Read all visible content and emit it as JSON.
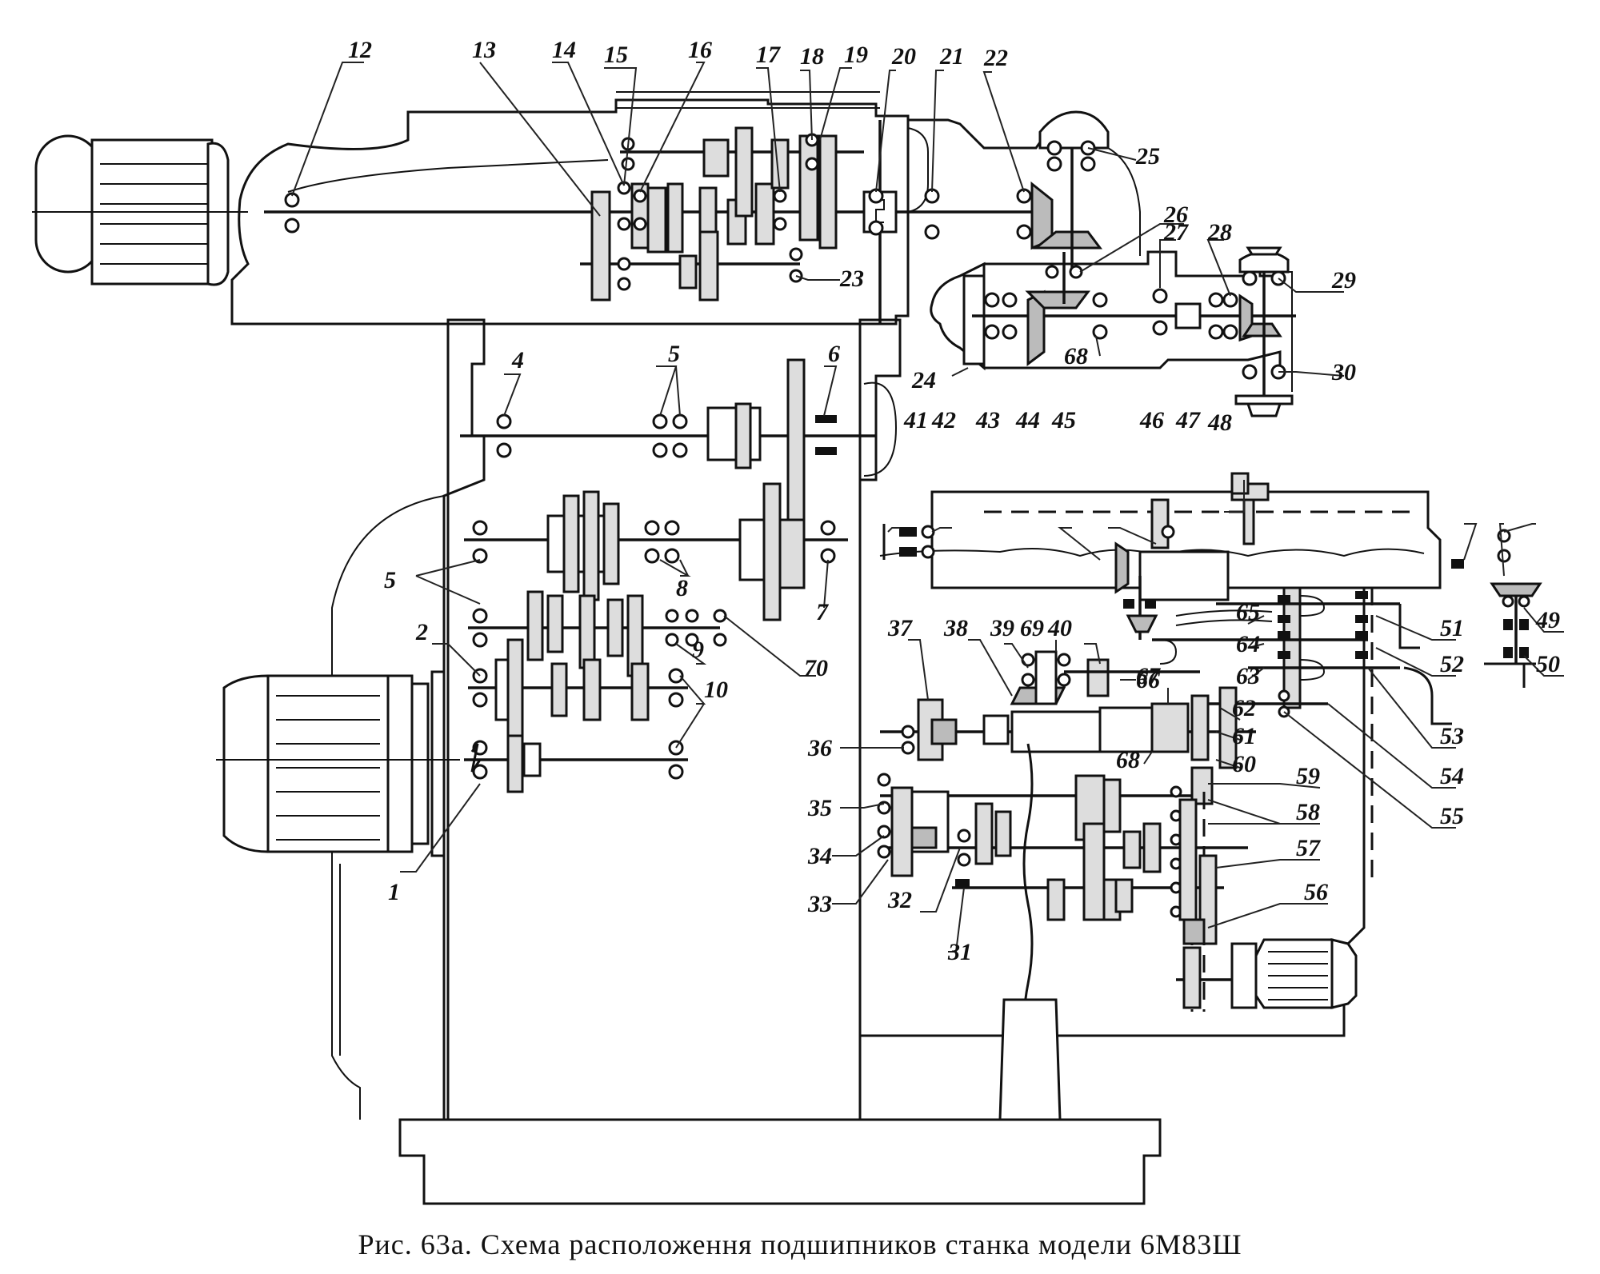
{
  "caption": "Рис. 63а. Схема расположення подшипников станка модели 6М83Ш",
  "figure": {
    "number": "63а",
    "machine_model": "6М83Ш",
    "subject": "Схема расположення подшипников"
  },
  "labels": [
    {
      "id": "12",
      "text": "12"
    },
    {
      "id": "13",
      "text": "13"
    },
    {
      "id": "14",
      "text": "14"
    },
    {
      "id": "15",
      "text": "15"
    },
    {
      "id": "16",
      "text": "16"
    },
    {
      "id": "17",
      "text": "17"
    },
    {
      "id": "18",
      "text": "18"
    },
    {
      "id": "19",
      "text": "19"
    },
    {
      "id": "20",
      "text": "20"
    },
    {
      "id": "21",
      "text": "21"
    },
    {
      "id": "22",
      "text": "22"
    },
    {
      "id": "23",
      "text": "23"
    },
    {
      "id": "24",
      "text": "24"
    },
    {
      "id": "25",
      "text": "25"
    },
    {
      "id": "26",
      "text": "26"
    },
    {
      "id": "27",
      "text": "27"
    },
    {
      "id": "28",
      "text": "28"
    },
    {
      "id": "29",
      "text": "29"
    },
    {
      "id": "30",
      "text": "30"
    },
    {
      "id": "68a",
      "text": "68"
    },
    {
      "id": "4",
      "text": "4"
    },
    {
      "id": "5a",
      "text": "5"
    },
    {
      "id": "6",
      "text": "6"
    },
    {
      "id": "5b",
      "text": "5"
    },
    {
      "id": "8",
      "text": "8"
    },
    {
      "id": "7",
      "text": "7"
    },
    {
      "id": "2",
      "text": "2"
    },
    {
      "id": "9",
      "text": "9"
    },
    {
      "id": "70",
      "text": "70"
    },
    {
      "id": "10",
      "text": "10"
    },
    {
      "id": "1",
      "text": "1"
    },
    {
      "id": "41",
      "text": "41"
    },
    {
      "id": "42",
      "text": "42"
    },
    {
      "id": "43",
      "text": "43"
    },
    {
      "id": "44",
      "text": "44"
    },
    {
      "id": "45",
      "text": "45"
    },
    {
      "id": "46",
      "text": "46"
    },
    {
      "id": "47",
      "text": "47"
    },
    {
      "id": "48",
      "text": "48"
    },
    {
      "id": "49",
      "text": "49"
    },
    {
      "id": "50",
      "text": "50"
    },
    {
      "id": "51",
      "text": "51"
    },
    {
      "id": "52",
      "text": "52"
    },
    {
      "id": "53",
      "text": "53"
    },
    {
      "id": "54",
      "text": "54"
    },
    {
      "id": "55",
      "text": "55"
    },
    {
      "id": "65",
      "text": "65"
    },
    {
      "id": "64",
      "text": "64"
    },
    {
      "id": "63",
      "text": "63"
    },
    {
      "id": "62",
      "text": "62"
    },
    {
      "id": "61",
      "text": "61"
    },
    {
      "id": "60",
      "text": "60"
    },
    {
      "id": "59",
      "text": "59"
    },
    {
      "id": "58",
      "text": "58"
    },
    {
      "id": "57",
      "text": "57"
    },
    {
      "id": "56",
      "text": "56"
    },
    {
      "id": "37",
      "text": "37"
    },
    {
      "id": "38",
      "text": "38"
    },
    {
      "id": "39",
      "text": "39"
    },
    {
      "id": "69",
      "text": "69"
    },
    {
      "id": "40",
      "text": "40"
    },
    {
      "id": "66",
      "text": "66"
    },
    {
      "id": "67",
      "text": "67"
    },
    {
      "id": "68b",
      "text": "68"
    },
    {
      "id": "36",
      "text": "36"
    },
    {
      "id": "35",
      "text": "35"
    },
    {
      "id": "34",
      "text": "34"
    },
    {
      "id": "33",
      "text": "33"
    },
    {
      "id": "32",
      "text": "32"
    },
    {
      "id": "31",
      "text": "31"
    }
  ]
}
